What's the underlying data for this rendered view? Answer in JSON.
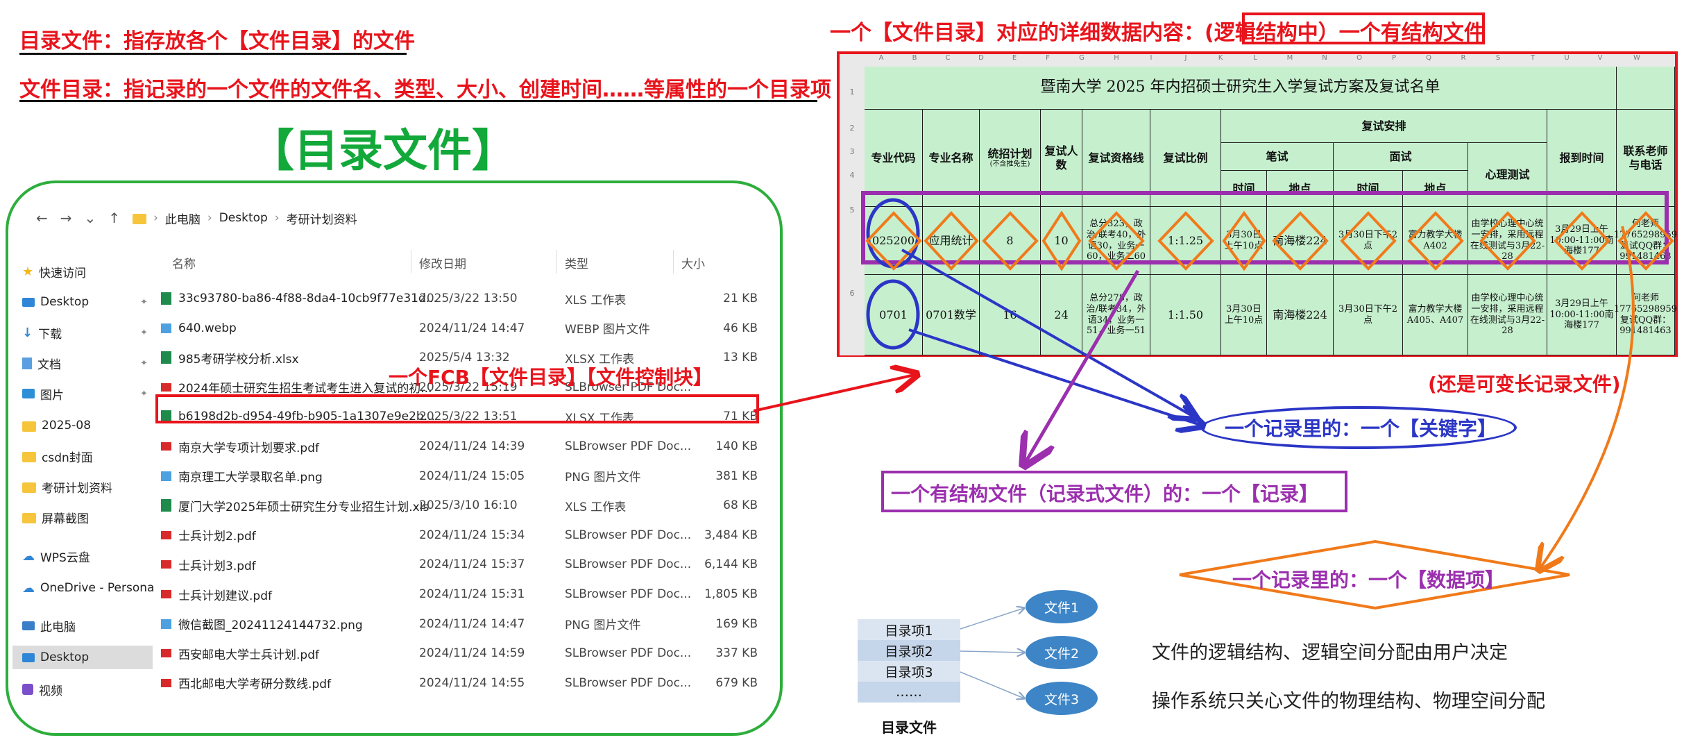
{
  "definitions": {
    "line1": "目录文件：指存放各个【文件目录】的文件",
    "line2": "文件目录：指记录的一个文件的文件名、类型、大小、创建时间……等属性的一个目录项",
    "big_title": "【目录文件】"
  },
  "explorer": {
    "nav": {
      "back": "←",
      "forward": "→",
      "dropdown": "⌄",
      "up": "↑"
    },
    "breadcrumb": [
      "此电脑",
      "Desktop",
      "考研计划资料"
    ],
    "sort_indicator": "^",
    "columns": {
      "name": "名称",
      "date": "修改日期",
      "type": "类型",
      "size": "大小"
    },
    "sidebar": [
      {
        "label": "快速访问",
        "icon": "star-icon",
        "pinned": false
      },
      {
        "label": "Desktop",
        "icon": "desktop-icon",
        "pinned": true
      },
      {
        "label": "下载",
        "icon": "download-icon",
        "pinned": true
      },
      {
        "label": "文档",
        "icon": "document-icon",
        "pinned": true
      },
      {
        "label": "图片",
        "icon": "picture-icon",
        "pinned": true
      },
      {
        "label": "2025-08",
        "icon": "folder-icon",
        "pinned": false
      },
      {
        "label": "csdn封面",
        "icon": "folder-icon",
        "pinned": false
      },
      {
        "label": "考研计划资料",
        "icon": "folder-icon",
        "pinned": false
      },
      {
        "label": "屏幕截图",
        "icon": "folder-icon",
        "pinned": false
      },
      {
        "label": "WPS云盘",
        "icon": "cloud-icon",
        "pinned": false
      },
      {
        "label": "OneDrive - Persona",
        "icon": "cloud-icon",
        "pinned": false
      },
      {
        "label": "此电脑",
        "icon": "computer-icon",
        "pinned": false
      },
      {
        "label": "Desktop",
        "icon": "desktop-icon",
        "pinned": false
      },
      {
        "label": "视频",
        "icon": "video-icon",
        "pinned": false
      }
    ],
    "pin_glyph": "✦",
    "files": [
      {
        "name": "33c93780-ba86-4f88-8da4-10cb9f77e31d...",
        "date": "2025/3/22 13:50",
        "type": "XLS 工作表",
        "size": "21 KB",
        "kind": "xls"
      },
      {
        "name": "640.webp",
        "date": "2024/11/24 14:47",
        "type": "WEBP 图片文件",
        "size": "46 KB",
        "kind": "img"
      },
      {
        "name": "985考研学校分析.xlsx",
        "date": "2025/5/4 13:32",
        "type": "XLSX 工作表",
        "size": "13 KB",
        "kind": "xls"
      },
      {
        "name": "2024年硕士研究生招生考试考生进入复试的初...",
        "date": "2025/3/22 15:19",
        "type": "SLBrowser PDF Doc...",
        "size": "",
        "kind": "pdf"
      },
      {
        "name": "b6198d2b-d954-49fb-b905-1a1307e9e2b...",
        "date": "2025/3/22 13:51",
        "type": "XLSX 工作表",
        "size": "71 KB",
        "kind": "xls"
      },
      {
        "name": "南京大学专项计划要求.pdf",
        "date": "2024/11/24 14:39",
        "type": "SLBrowser PDF Doc...",
        "size": "140 KB",
        "kind": "pdf"
      },
      {
        "name": "南京理工大学录取名单.png",
        "date": "2024/11/24 15:05",
        "type": "PNG 图片文件",
        "size": "381 KB",
        "kind": "img"
      },
      {
        "name": "厦门大学2025年硕士研究生分专业招生计划.xls",
        "date": "2025/3/10 16:10",
        "type": "XLS 工作表",
        "size": "68 KB",
        "kind": "xls"
      },
      {
        "name": "士兵计划2.pdf",
        "date": "2024/11/24 15:34",
        "type": "SLBrowser PDF Doc...",
        "size": "3,484 KB",
        "kind": "pdf"
      },
      {
        "name": "士兵计划3.pdf",
        "date": "2024/11/24 15:37",
        "type": "SLBrowser PDF Doc...",
        "size": "6,144 KB",
        "kind": "pdf"
      },
      {
        "name": "士兵计划建议.pdf",
        "date": "2024/11/24 15:31",
        "type": "SLBrowser PDF Doc...",
        "size": "1,805 KB",
        "kind": "pdf"
      },
      {
        "name": "微信截图_20241124144732.png",
        "date": "2024/11/24 14:47",
        "type": "PNG 图片文件",
        "size": "169 KB",
        "kind": "img"
      },
      {
        "name": "西安邮电大学士兵计划.pdf",
        "date": "2024/11/24 14:59",
        "type": "SLBrowser PDF Doc...",
        "size": "337 KB",
        "kind": "pdf"
      },
      {
        "name": "西北邮电大学考研分数线.pdf",
        "date": "2024/11/24 14:55",
        "type": "SLBrowser PDF Doc...",
        "size": "679 KB",
        "kind": "pdf"
      }
    ],
    "fcb_label": "一个FCB【文件目录】【文件控制块】"
  },
  "table": {
    "caption": "一个【文件目录】对应的详细数据内容：(逻辑结构中）一个有结构文件",
    "col_letters": [
      "A",
      "B",
      "C",
      "D",
      "E",
      "F",
      "G",
      "H",
      "I",
      "J",
      "K",
      "L",
      "M",
      "N",
      "O",
      "P",
      "Q",
      "R",
      "S",
      "T",
      "U",
      "V",
      "W"
    ],
    "row_numbers": [
      "1",
      "2",
      "3",
      "4",
      "5",
      "6"
    ],
    "title": "暨南大学 2025 年内招硕士研究生入学复试方案及复试名单",
    "headers": {
      "code": "专业代码",
      "major": "专业名称",
      "plan": "统招计划",
      "plan_note": "(不含推免生)",
      "count": "复试人数",
      "qualify": "复试资格线",
      "ratio": "复试比例",
      "arrangement": "复试安排",
      "written": "笔试",
      "interview": "面试",
      "time": "时间",
      "place": "地点",
      "psych": "心理测试",
      "report": "报到时间",
      "contact": "联系老师与电话"
    },
    "rows": [
      {
        "code": "025200",
        "major": "应用统计",
        "plan": "8",
        "count": "10",
        "qualify": "总分323，政治/联考40，外语30，业务一60，业务二60",
        "ratio": "1:1.25",
        "wtime": "3月30日上午10点",
        "wplace": "南海楼224",
        "itime": "3月30日下午2点",
        "iplace": "富力教学大楼A402",
        "psych": "由学校心理中心统一安排，采用远程在线测试与3月22-28",
        "report": "3月29日上午10:00-11:00南海楼177",
        "contact": "何老师17765298959 复试QQ群：991481463"
      },
      {
        "code": "0701",
        "major": "0701数学",
        "plan": "16",
        "count": "24",
        "qualify": "总分278，政治/联考34，外语34，业务一51，业务一51",
        "ratio": "1:1.50",
        "wtime": "3月30日上午10点",
        "wplace": "南海楼224",
        "itime": "3月30日下午2点",
        "iplace": "富力教学大楼A405、A407",
        "psych": "由学校心理中心统一安排，采用远程在线测试与3月22-28",
        "report": "3月29日上午10:00-11:00南海楼177",
        "contact": "何老师17765298959 复试QQ群：991481463"
      }
    ],
    "varlen_note": "(还是可变长记录文件)"
  },
  "labels": {
    "keyword": "一个记录里的：一个【关键字】",
    "record": "一个有结构文件（记录式文件）的：一个【记录】",
    "data_item": "一个记录里的：一个【数据项】"
  },
  "directory_diagram": {
    "entries": [
      "目录项1",
      "目录项2",
      "目录项3",
      "……"
    ],
    "files": [
      "文件1",
      "文件2",
      "文件3"
    ],
    "caption": "目录文件",
    "note1": "文件的逻辑结构、逻辑空间分配由用户决定",
    "note2": "操作系统只关心文件的物理结构、物理空间分配"
  },
  "colors": {
    "red": "#e8141c",
    "green": "#12a93a",
    "purple": "#9b2fae",
    "orange": "#f07a1a",
    "blue": "#2b36c6",
    "cell_green": "#c6efce",
    "file_blue": "#3d85c6"
  }
}
